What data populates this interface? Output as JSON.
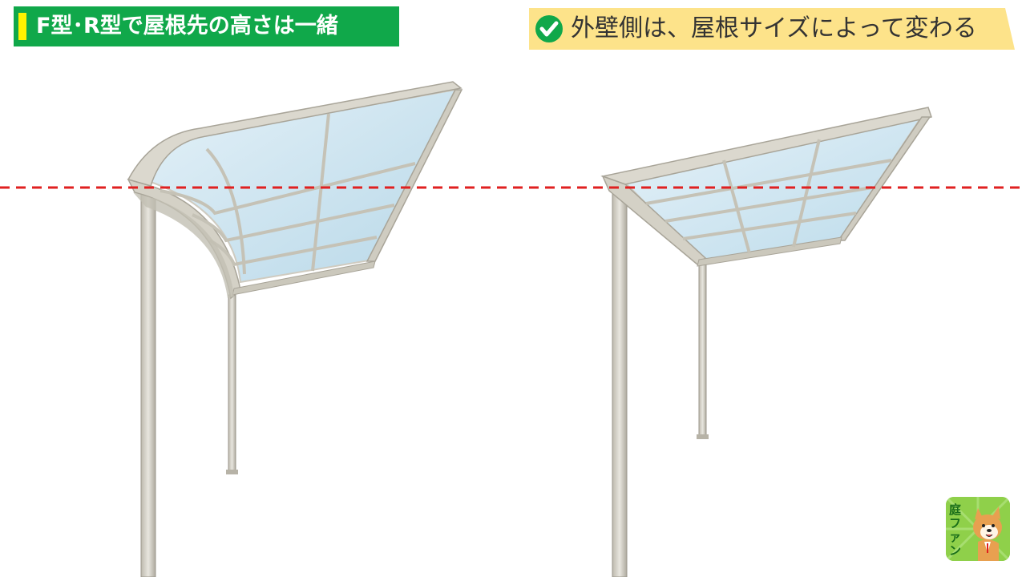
{
  "labels": {
    "left": "F型･R型で屋根先の高さは一緒",
    "right": "外壁側は、屋根サイズによって変わる"
  },
  "mascot": {
    "text": "庭ファン"
  },
  "colors": {
    "green_label": "#10a84a",
    "yellow_bar": "#fff200",
    "right_label_bg": "#fde38a",
    "dashed_line": "#e02020",
    "frame": "#d6d3c8",
    "roof_panel": "#c8e2f0"
  },
  "icons": {
    "check": "check-icon",
    "mascot": "dog-mascot-icon"
  }
}
